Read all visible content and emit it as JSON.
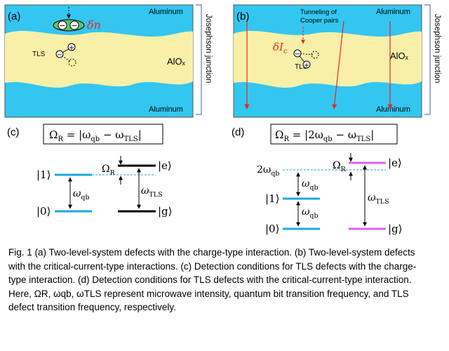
{
  "panel_a": {
    "label": "(a)",
    "top_metal": "Aluminum",
    "bottom_metal": "Aluminum",
    "oxide": "AlOₓ",
    "tls": "TLS",
    "delta": "δn"
  },
  "panel_b": {
    "label": "(b)",
    "top_metal": "Aluminum",
    "bottom_metal": "Aluminum",
    "oxide": "AlOₓ",
    "tls": "TLS",
    "delta": "δI",
    "delta_sub": "c",
    "tunneling_line1": "Tunneling of",
    "tunneling_line2": "Cooper pairs"
  },
  "junction_label": "Josephson junction",
  "charges": {
    "minus": "−",
    "plus": "+"
  },
  "panel_c": {
    "label": "(c)",
    "formula": "Ω",
    "formula_sub": "R",
    "formula_rhs": " = |ω",
    "formula_rhs_sub1": "qb",
    "formula_mid": " − ω",
    "formula_rhs_sub2": "TLS",
    "formula_end": "|",
    "level_1": "|1⟩",
    "level_0": "|0⟩",
    "level_e": "|e⟩",
    "level_g": "|g⟩",
    "omega_r": "Ω",
    "omega_r_sub": "R",
    "omega_qb": "ω",
    "omega_qb_sub": "qb",
    "omega_tls": "ω",
    "omega_tls_sub": "TLS"
  },
  "panel_d": {
    "label": "(d)",
    "formula": "Ω",
    "formula_sub": "R",
    "formula_rhs": " = |2ω",
    "formula_rhs_sub1": "qb",
    "formula_mid": " − ω",
    "formula_rhs_sub2": "TLS",
    "formula_end": "|",
    "two_omega": "2ω",
    "two_omega_sub": "qb",
    "level_1": "|1⟩",
    "level_0": "|0⟩",
    "level_e": "|e⟩",
    "level_g": "|g⟩",
    "omega_r": "Ω",
    "omega_r_sub": "R",
    "omega_qb_a": "ω",
    "omega_qb_a_sub": "qb",
    "omega_qb_b": "ω",
    "omega_qb_b_sub": "qb",
    "omega_tls": "ω",
    "omega_tls_sub": "TLS"
  },
  "caption": "Fig. 1 (a) Two-level-system defects with the charge-type interaction. (b) Two-level-system defects with the critical-current-type interactions. (c) Detection conditions for TLS defects with the charge-type interaction. (d) Detection conditions for TLS defects with the critical-current-type interaction. Here, ΩR, ωqb, ωTLS represent microwave intensity, quantum bit transition frequency, and TLS defect transition frequency, respectively.",
  "colors": {
    "aluminum": "#33c6f0",
    "oxide": "#f8f0a8",
    "accent_red": "#e8262a",
    "level_blue": "#1ea7e0",
    "level_magenta": "#d866e8",
    "bracket": "#5b7bb5",
    "ellipse": "#63c16e"
  }
}
